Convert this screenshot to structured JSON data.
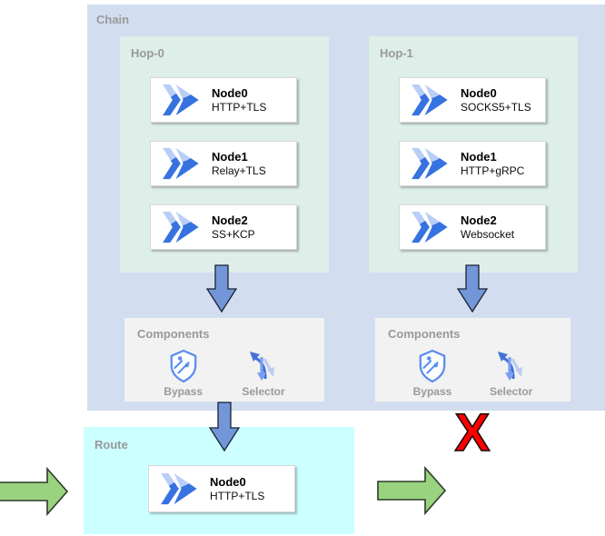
{
  "chain": {
    "title": "Chain",
    "hops": [
      {
        "title": "Hop-0",
        "nodes": [
          {
            "name": "Node0",
            "protocol": "HTTP+TLS"
          },
          {
            "name": "Node1",
            "protocol": "Relay+TLS"
          },
          {
            "name": "Node2",
            "protocol": "SS+KCP"
          }
        ]
      },
      {
        "title": "Hop-1",
        "nodes": [
          {
            "name": "Node0",
            "protocol": "SOCKS5+TLS"
          },
          {
            "name": "Node1",
            "protocol": "HTTP+gRPC"
          },
          {
            "name": "Node2",
            "protocol": "Websocket"
          }
        ]
      }
    ],
    "component_panels": [
      {
        "title": "Components",
        "items": [
          {
            "label": "Bypass",
            "icon": "bypass-shield-icon"
          },
          {
            "label": "Selector",
            "icon": "selector-split-icon"
          }
        ]
      },
      {
        "title": "Components",
        "items": [
          {
            "label": "Bypass",
            "icon": "bypass-shield-icon"
          },
          {
            "label": "Selector",
            "icon": "selector-split-icon"
          }
        ]
      }
    ]
  },
  "route": {
    "title": "Route",
    "nodes": [
      {
        "name": "Node0",
        "protocol": "HTTP+TLS"
      }
    ]
  },
  "marks": {
    "blocked": "X"
  },
  "icons": {
    "node": "gost-node-arrow-icon",
    "bypass": "bypass-shield-icon",
    "selector": "selector-split-icon",
    "flow_down": "flow-down-arrow",
    "flow_right": "flow-right-arrow"
  },
  "colors": {
    "chain_bg": "#d3ddf0",
    "hop_bg": "#deeee9",
    "components_bg": "#f2f2f2",
    "route_bg": "#ccffff",
    "node_icon_light": "#b9cef7",
    "node_icon_dark": "#3672e0",
    "flow_arrow_blue": "#7396d8",
    "flow_arrow_green": "#9ad37f",
    "blocked_x_red": "#ff0000",
    "title_gray": "#999999"
  }
}
